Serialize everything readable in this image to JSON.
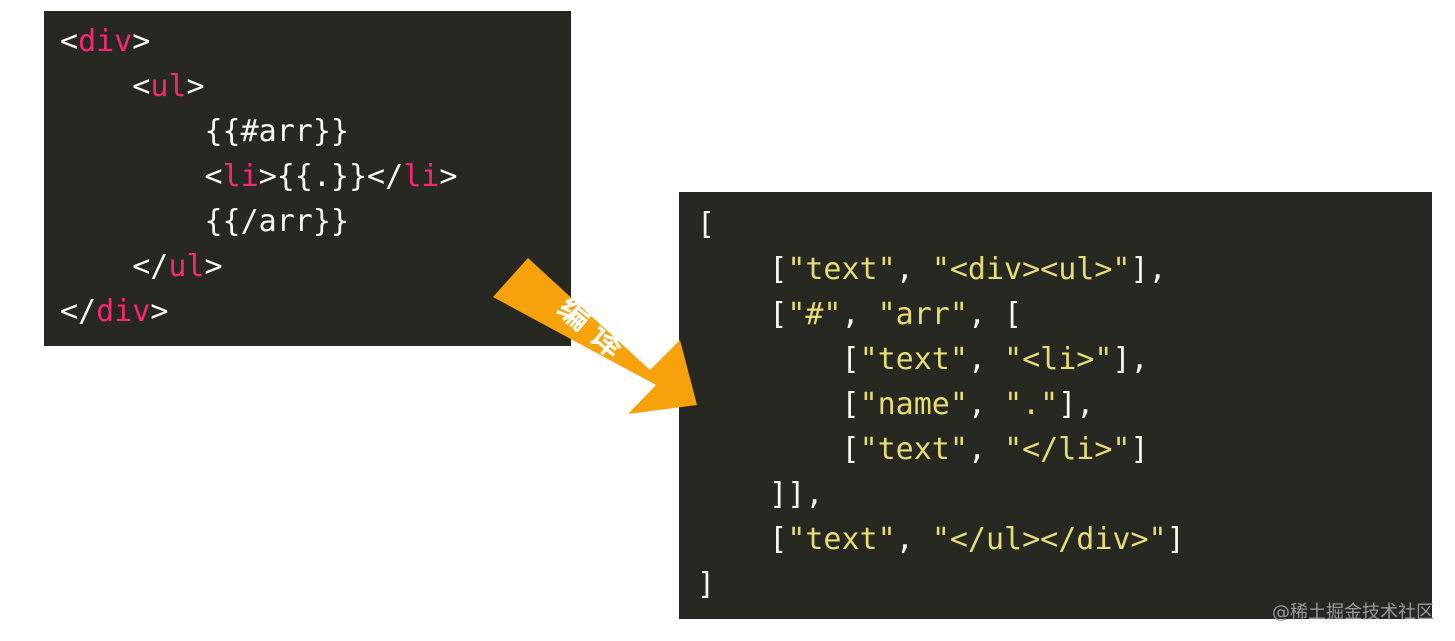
{
  "template_code": {
    "lines": [
      [
        {
          "t": "<",
          "k": "punct"
        },
        {
          "t": "div",
          "k": "tag"
        },
        {
          "t": ">",
          "k": "punct"
        }
      ],
      [
        {
          "t": "    <",
          "k": "punct"
        },
        {
          "t": "ul",
          "k": "tag"
        },
        {
          "t": ">",
          "k": "punct"
        }
      ],
      [
        {
          "t": "        {{#arr}}",
          "k": "mustache"
        }
      ],
      [
        {
          "t": "        <",
          "k": "punct"
        },
        {
          "t": "li",
          "k": "tag"
        },
        {
          "t": ">{{.}}</",
          "k": "punct"
        },
        {
          "t": "li",
          "k": "tag"
        },
        {
          "t": ">",
          "k": "punct"
        }
      ],
      [
        {
          "t": "        {{/arr}}",
          "k": "mustache"
        }
      ],
      [
        {
          "t": "    </",
          "k": "punct"
        },
        {
          "t": "ul",
          "k": "tag"
        },
        {
          "t": ">",
          "k": "punct"
        }
      ],
      [
        {
          "t": "</",
          "k": "punct"
        },
        {
          "t": "div",
          "k": "tag"
        },
        {
          "t": ">",
          "k": "punct"
        }
      ]
    ]
  },
  "compiled_code": {
    "lines": [
      [
        {
          "t": "[",
          "k": "punct"
        }
      ],
      [
        {
          "t": "    [",
          "k": "punct"
        },
        {
          "t": "\"text\"",
          "k": "str"
        },
        {
          "t": ", ",
          "k": "punct"
        },
        {
          "t": "\"<div><ul>\"",
          "k": "str"
        },
        {
          "t": "],",
          "k": "punct"
        }
      ],
      [
        {
          "t": "    [",
          "k": "punct"
        },
        {
          "t": "\"#\"",
          "k": "str"
        },
        {
          "t": ", ",
          "k": "punct"
        },
        {
          "t": "\"arr\"",
          "k": "str"
        },
        {
          "t": ", [",
          "k": "punct"
        }
      ],
      [
        {
          "t": "        [",
          "k": "punct"
        },
        {
          "t": "\"text\"",
          "k": "str"
        },
        {
          "t": ", ",
          "k": "punct"
        },
        {
          "t": "\"<li>\"",
          "k": "str"
        },
        {
          "t": "],",
          "k": "punct"
        }
      ],
      [
        {
          "t": "        [",
          "k": "punct"
        },
        {
          "t": "\"name\"",
          "k": "str"
        },
        {
          "t": ", ",
          "k": "punct"
        },
        {
          "t": "\".\"",
          "k": "str"
        },
        {
          "t": "],",
          "k": "punct"
        }
      ],
      [
        {
          "t": "        [",
          "k": "punct"
        },
        {
          "t": "\"text\"",
          "k": "str"
        },
        {
          "t": ", ",
          "k": "punct"
        },
        {
          "t": "\"</li>\"",
          "k": "str"
        },
        {
          "t": "]",
          "k": "punct"
        }
      ],
      [
        {
          "t": "    ]],",
          "k": "punct"
        }
      ],
      [
        {
          "t": "    [",
          "k": "punct"
        },
        {
          "t": "\"text\"",
          "k": "str"
        },
        {
          "t": ", ",
          "k": "punct"
        },
        {
          "t": "\"</ul></div>\"",
          "k": "str"
        },
        {
          "t": "]",
          "k": "punct"
        }
      ],
      [
        {
          "t": "]",
          "k": "punct"
        }
      ]
    ]
  },
  "arrow": {
    "label": "编译",
    "color": "#f7a20a"
  },
  "watermark": "@稀土掘金技术社区",
  "colors": {
    "panel_bg": "#272822",
    "tag": "#f92672",
    "string": "#e6db74",
    "punct": "#f8f8f2"
  }
}
